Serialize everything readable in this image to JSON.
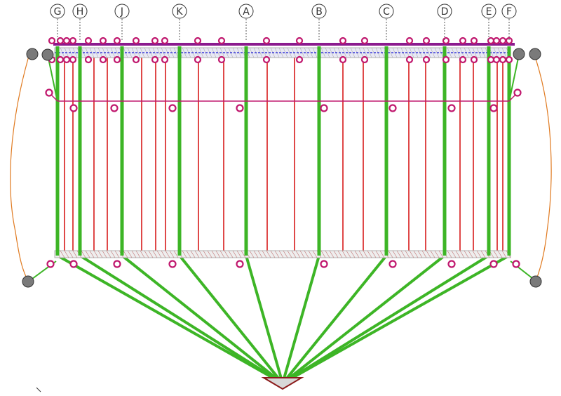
{
  "axes": [
    {
      "label": "G"
    },
    {
      "label": "H"
    },
    {
      "label": "J"
    },
    {
      "label": "K"
    },
    {
      "label": "A"
    },
    {
      "label": "B"
    },
    {
      "label": "C"
    },
    {
      "label": "D"
    },
    {
      "label": "E"
    },
    {
      "label": "F"
    }
  ],
  "colors": {
    "background": "#ffffff",
    "post": "#3db526",
    "red_line": "#d71a1a",
    "magenta": "#c0186e",
    "purple_beam": "#8b1a8e",
    "blue_beam": "#3a3ad8",
    "hatch": "#b0b0b0",
    "hatch_red": "#c07070",
    "anchor": "#7a7a7a",
    "orange_cable": "#e07a20",
    "apex_stroke": "#8b1a1a",
    "axis_text": "#333333"
  },
  "icons": {
    "axis_marker": "circle-bubble-icon",
    "ring": "magenta-ring-icon",
    "anchor": "gray-disc-icon",
    "apex": "triangle-icon"
  }
}
